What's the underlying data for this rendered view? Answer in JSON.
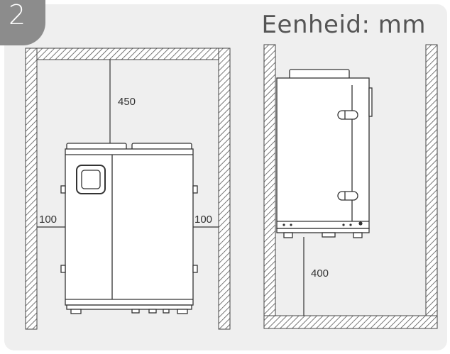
{
  "step": {
    "number": "2"
  },
  "unit_label": "Eenheid: mm",
  "clearances": {
    "front": {
      "top": "450",
      "left": "100",
      "right": "100"
    },
    "side": {
      "bottom": "400"
    }
  },
  "colors": {
    "panel": "#efefef",
    "badge": "#8c8c8c",
    "line": "#333333",
    "unit_body": "#ffffff"
  }
}
